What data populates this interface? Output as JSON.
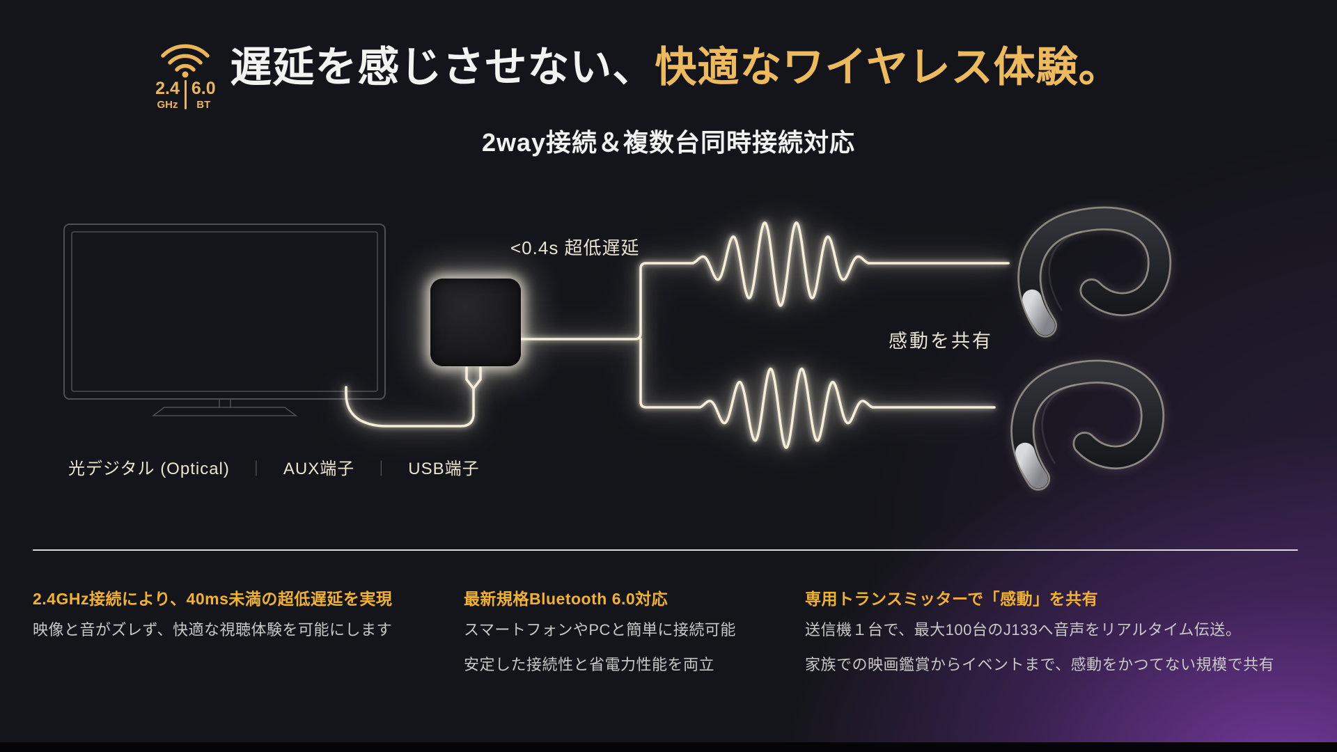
{
  "page": {
    "background": "#14151a",
    "accent_gold": "#f1b22f",
    "title_gold": "#edba5e",
    "line_cream": "#f6eed8",
    "purple_glow": "#7a3ea8"
  },
  "header": {
    "badge": {
      "icon": "wifi-icon",
      "freq_value": "2.4",
      "freq_unit": "GHz",
      "bt_value": "6.0",
      "bt_unit": "BT"
    },
    "title_white": "遅延を感じさせない、",
    "title_gold": "快適なワイヤレス体験。",
    "subtitle": "2way接続＆複数台同時接続対応"
  },
  "diagram": {
    "latency_label": "<0.4s 超低遅延",
    "share_label": "感動を共有",
    "port_divider": "｜",
    "ports": [
      "光デジタル (Optical)",
      "AUX端子",
      "USB端子"
    ]
  },
  "features": [
    {
      "heading": "2.4GHz接続により、40ms未満の超低遅延を実現",
      "lines": [
        "映像と音がズレず、快適な視聴体験を可能にします"
      ]
    },
    {
      "heading": "最新規格Bluetooth 6.0対応",
      "lines": [
        "スマートフォンやPCと簡単に接続可能",
        "安定した接続性と省電力性能を両立"
      ]
    },
    {
      "heading": "専用トランスミッターで「感動」を共有",
      "lines": [
        "送信機１台で、最大100台のJ133へ音声をリアルタイム伝送。",
        "家族での映画鑑賞からイベントまで、感動をかつてない規模で共有"
      ]
    }
  ]
}
